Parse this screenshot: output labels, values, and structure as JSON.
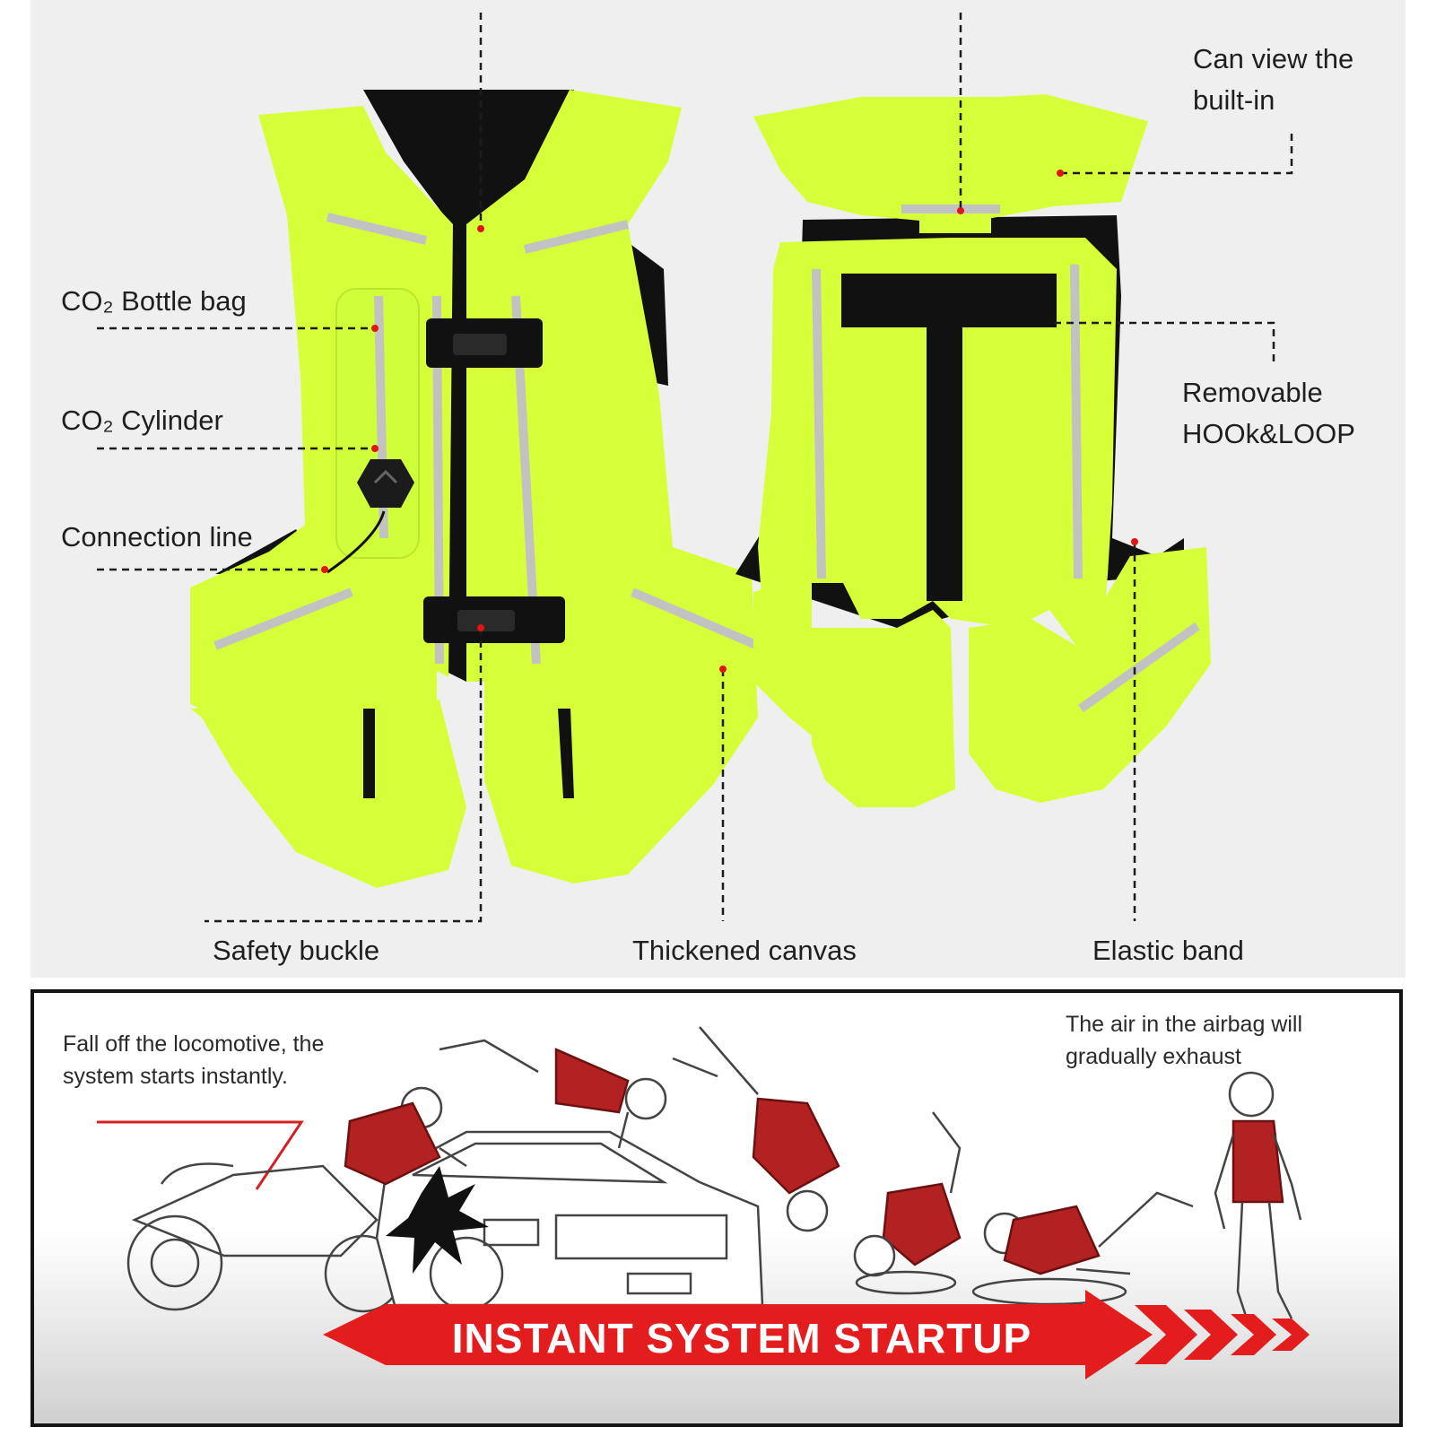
{
  "callouts": {
    "co2_bottle_bag": "CO₂ Bottle bag",
    "co2_cylinder": "CO₂ Cylinder",
    "connection_line": "Connection line",
    "can_view_line1": "Can view the",
    "can_view_line2": "built-in",
    "removable_line1": "Removable",
    "removable_line2": "HOOk&LOOP",
    "safety_buckle": "Safety buckle",
    "thickened_canvas": "Thickened canvas",
    "elastic_band": "Elastic band"
  },
  "sequence": {
    "note_left_line1": "Fall off the locomotive, the",
    "note_left_line2": "system starts instantly.",
    "note_right_line1": "The air in the airbag will",
    "note_right_line2": "gradually exhaust",
    "banner": "INSTANT SYSTEM STARTUP"
  },
  "colors": {
    "vest": "#d6ff3a",
    "strap": "#111111",
    "reflective": "#bdbdbd",
    "marker": "#e01515",
    "airbag": "#b32222",
    "banner": "#e31d1d"
  }
}
